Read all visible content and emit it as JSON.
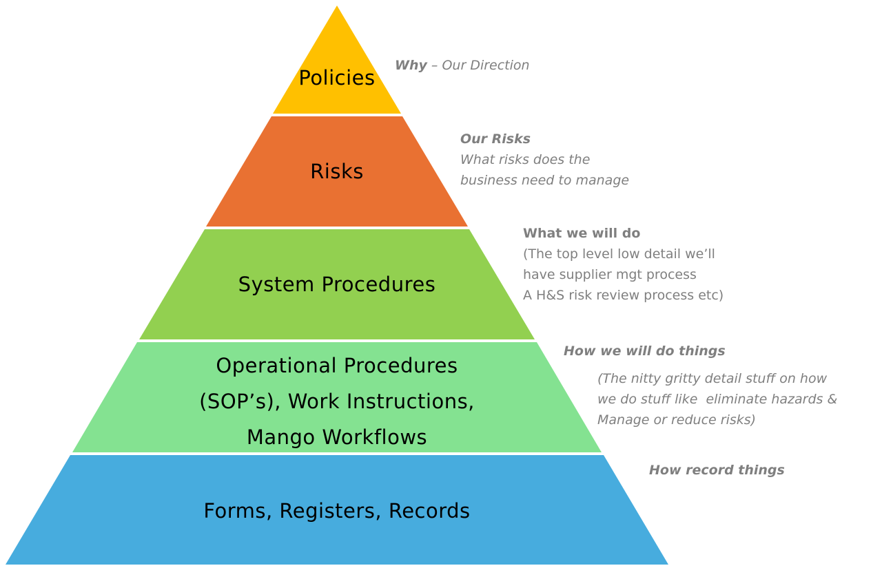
{
  "colors": {
    "policies": "#FFC000",
    "risks": "#E97132",
    "system": "#92D050",
    "operational": "#84E291",
    "forms": "#47ACDE",
    "annotation_text": "#7F7F7F"
  },
  "layers": [
    {
      "label": "Policies"
    },
    {
      "label": "Risks"
    },
    {
      "label": "System Procedures"
    },
    {
      "label_lines": [
        "Operational Procedures",
        "(SOP’s), Work Instructions,",
        "Mango Workflows"
      ]
    },
    {
      "label": "Forms, Registers, Records"
    }
  ],
  "annotations": {
    "policies": {
      "title": "Why",
      "dash": " – ",
      "text": "Our Direction"
    },
    "risks": {
      "title": "Our Risks",
      "lines": [
        "What risks does the",
        "business need to manage"
      ]
    },
    "system": {
      "title": "What we will do",
      "lines": [
        "(The top level low detail we’ll",
        "have supplier mgt process",
        "A H&S risk review process etc)"
      ]
    },
    "operational": {
      "title": "How we will do things",
      "lines": [
        "(The nitty gritty detail stuff on how",
        "we do stuff like  eliminate hazards &",
        "Manage or reduce risks)"
      ]
    },
    "forms": {
      "title": "How record things"
    }
  }
}
